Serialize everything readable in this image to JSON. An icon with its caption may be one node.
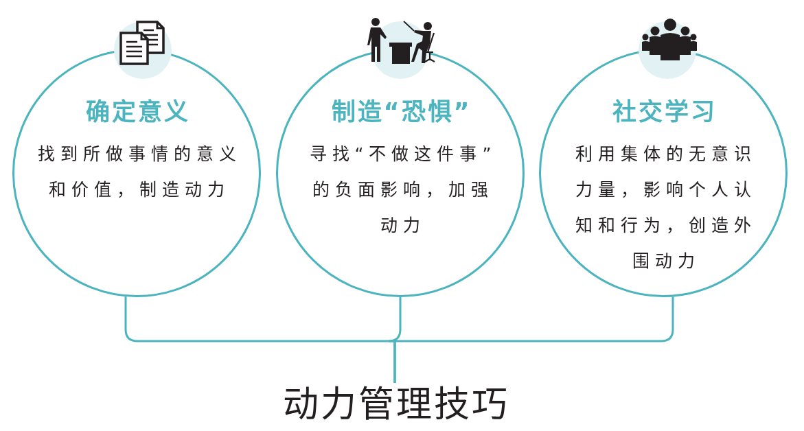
{
  "diagram": {
    "nodes": [
      {
        "text": [
          "确定意义",
          "找到所做事情的意义和价值，制造动力"
        ]
      },
      {
        "text": [
          "制造“恐惧”",
          "寻找“不做这件事”的负面影响，加强动力"
        ]
      },
      {
        "text": [
          "社交学习",
          "利用集体的无意识力量，影响个人认知和行为，创造外围动力"
        ]
      },
      {
        "text": [
          "动力管理技巧"
        ]
      }
    ],
    "edges": [
      {
        "from": 0,
        "to": 3,
        "arrow": "none"
      },
      {
        "from": 1,
        "to": 3,
        "arrow": "none"
      },
      {
        "from": 2,
        "to": 3,
        "arrow": "none"
      }
    ]
  }
}
